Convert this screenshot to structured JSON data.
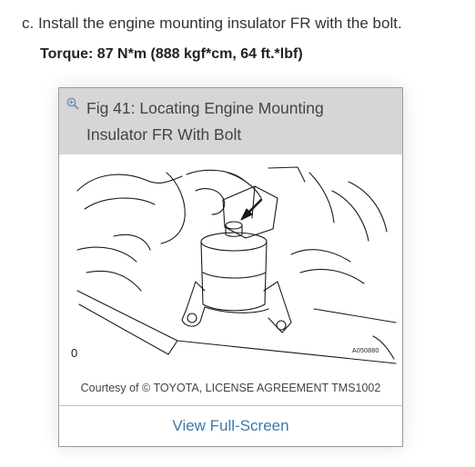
{
  "instruction": {
    "step_text": "c. Install the engine mounting insulator FR with the bolt.",
    "torque_text": "Torque: 87 N*m (888 kgf*cm, 64 ft.*lbf)"
  },
  "figure": {
    "title": "Fig 41: Locating Engine Mounting Insulator FR With Bolt",
    "label_zero": "0",
    "drawing_code": "A050880",
    "credit": "Courtesy of © TOYOTA, LICENSE AGREEMENT TMS1002",
    "fullscreen_label": "View Full-Screen"
  },
  "icons": {
    "zoom": "magnifier-plus-icon"
  },
  "colors": {
    "header_bg": "#d6d6d6",
    "link": "#3f78a8"
  }
}
